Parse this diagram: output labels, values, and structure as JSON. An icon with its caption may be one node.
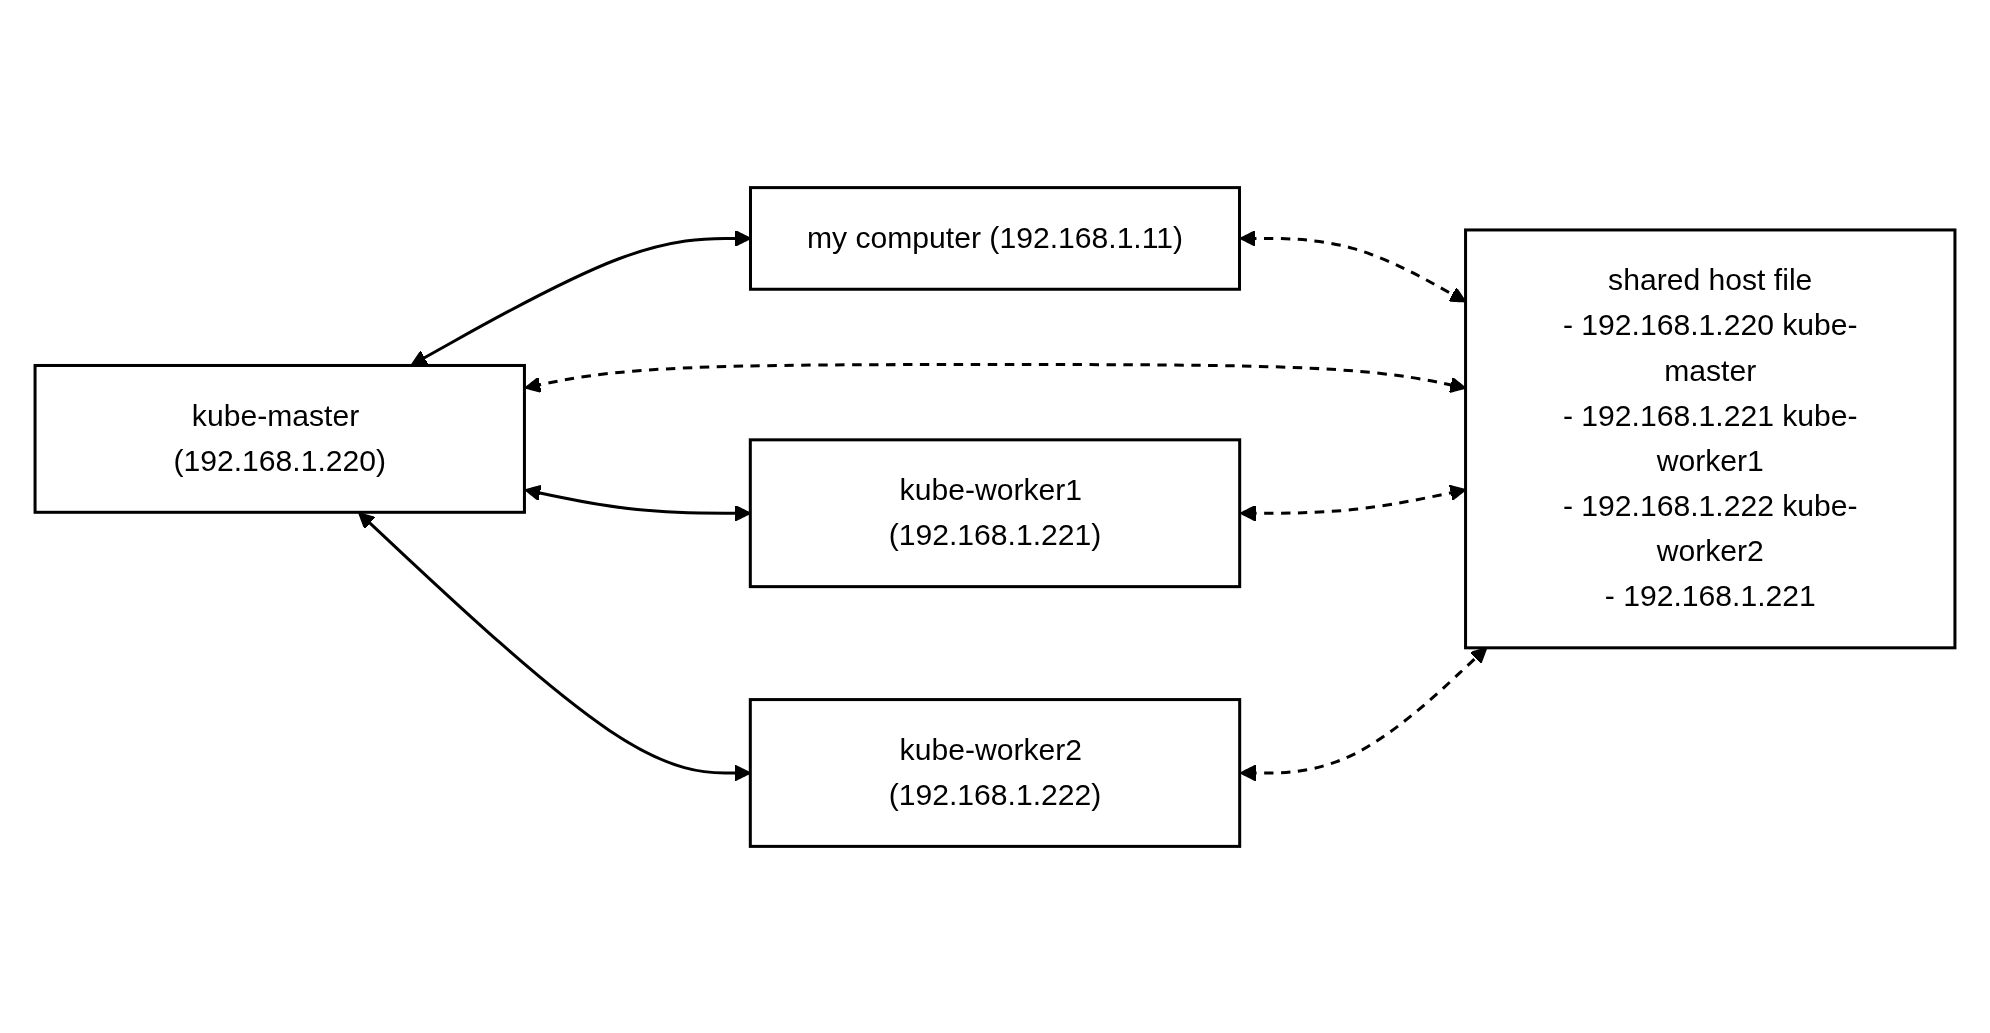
{
  "diagram": {
    "nodes": [
      {
        "text": [
          "my computer (192.168.1.11)"
        ]
      },
      {
        "text": [
          "kube-master (192.168.1.220)"
        ]
      },
      {
        "text": [
          "kube-worker1 (192.168.1.221)"
        ]
      },
      {
        "text": [
          "kube-worker2 (192.168.1.222)"
        ]
      },
      {
        "text": [
          "shared host file",
          "- 192.168.1.220 kube-master",
          "- 192.168.1.221 kube-worker1",
          "- 192.168.1.222 kube-worker2",
          "- 192.168.1.221"
        ]
      }
    ],
    "edges": [
      {
        "from": 1,
        "to": 0,
        "arrow": "both"
      },
      {
        "from": 0,
        "to": 4,
        "arrow": "both",
        "style": "dashed"
      },
      {
        "from": 1,
        "to": 4,
        "arrow": "both",
        "style": "dashed"
      },
      {
        "from": 1,
        "to": 2,
        "arrow": "both"
      },
      {
        "from": 1,
        "to": 3,
        "arrow": "both"
      },
      {
        "from": 2,
        "to": 4,
        "arrow": "both",
        "style": "dashed"
      },
      {
        "from": 3,
        "to": 4,
        "arrow": "both",
        "style": "dashed"
      }
    ]
  }
}
